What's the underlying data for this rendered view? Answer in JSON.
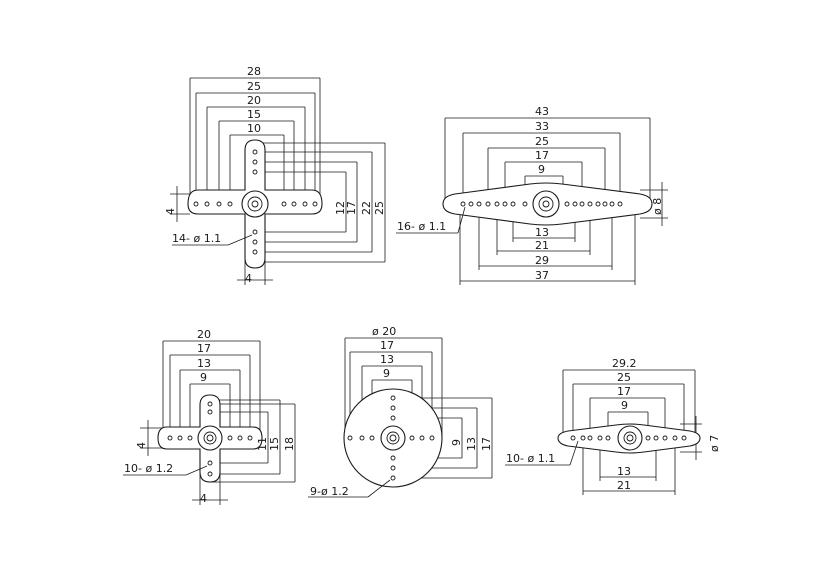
{
  "horn_cross_large": {
    "top_dims": [
      "28",
      "25",
      "20",
      "15",
      "10"
    ],
    "right_dims": [
      "12",
      "17",
      "22",
      "25"
    ],
    "left_dim": "4",
    "bottom_dim": "4",
    "hole_label": "14- ø 1.1"
  },
  "horn_bar_long": {
    "top_dims": [
      "43",
      "33",
      "25",
      "17",
      "9"
    ],
    "bottom_dims": [
      "13",
      "21",
      "29",
      "37"
    ],
    "right_dim": "ø 8",
    "hole_label": "16- ø 1.1"
  },
  "horn_cross_small": {
    "top_dims": [
      "20",
      "17",
      "13",
      "9"
    ],
    "right_dims": [
      "11",
      "15",
      "18"
    ],
    "left_dim": "4",
    "bottom_dim": "4",
    "hole_label": "10- ø 1.2"
  },
  "horn_disc": {
    "top_dims": [
      "ø 20",
      "17",
      "13",
      "9"
    ],
    "right_dims": [
      "9",
      "13",
      "17"
    ],
    "hole_label": "9-ø 1.2"
  },
  "horn_bar_short": {
    "top_dims": [
      "29.2",
      "25",
      "17",
      "9"
    ],
    "bottom_dims": [
      "13",
      "21"
    ],
    "right_dim": "ø 7",
    "hole_label": "10- ø 1.1"
  }
}
